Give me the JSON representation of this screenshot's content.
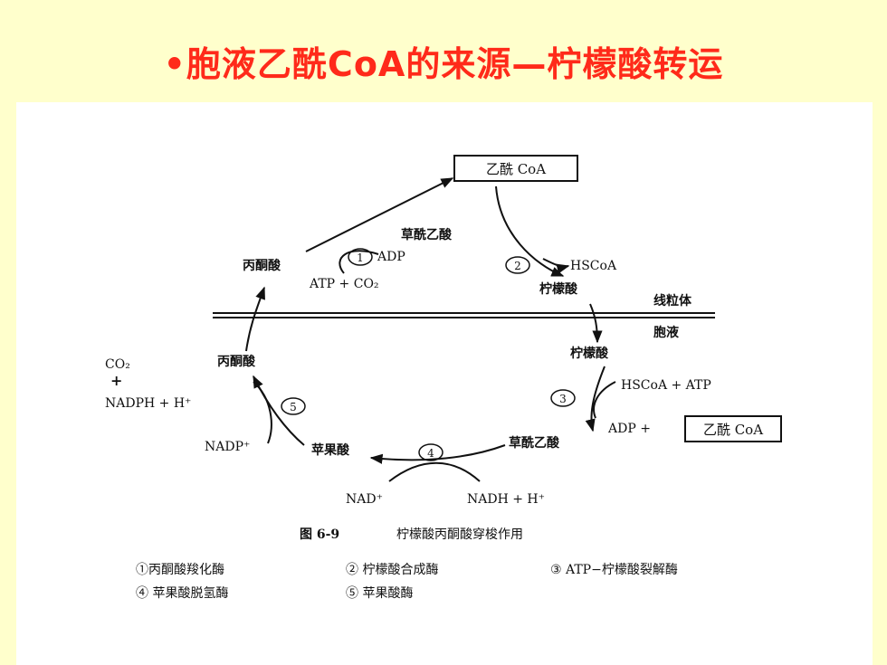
{
  "title": "•胞液乙酰CoA的来源—柠檬酸转运",
  "diagram": {
    "top_box": "乙酰 CoA",
    "pyruvate_upper": "丙酮酸",
    "atp_co2": "ATP + CO₂",
    "adp": "ADP",
    "oaa_upper": "草酰乙酸",
    "hscoa_upper": "HSCoA",
    "citrate_upper": "柠檬酸",
    "mitochondria": "线粒体",
    "cytosol": "胞液",
    "citrate_lower": "柠檬酸",
    "hscoa_atp": "HSCoA  +  ATP",
    "adp_plus": "ADP  +",
    "lower_box": "乙酰 CoA",
    "oaa_lower": "草酰乙酸",
    "pyruvate_lower": "丙酮酸",
    "co2_left": "CO₂",
    "plus_left": "+",
    "nadph": "NADPH  +  H⁺",
    "nadp": "NADP⁺",
    "malate": "苹果酸",
    "nad": "NAD⁺",
    "nadh": "NADH  +  H⁺",
    "num1": "1",
    "num2": "2",
    "num3": "3",
    "num4": "4",
    "num5": "5",
    "caption_fig": "图 6-9",
    "caption_text": "柠檬酸丙酮酸穿梭作用",
    "legend": [
      "①丙酮酸羧化酶",
      "② 柠檬酸合成酶",
      "③ ATP−柠檬酸裂解酶",
      "④ 苹果酸脱氢酶",
      "⑤ 苹果酸酶"
    ]
  }
}
